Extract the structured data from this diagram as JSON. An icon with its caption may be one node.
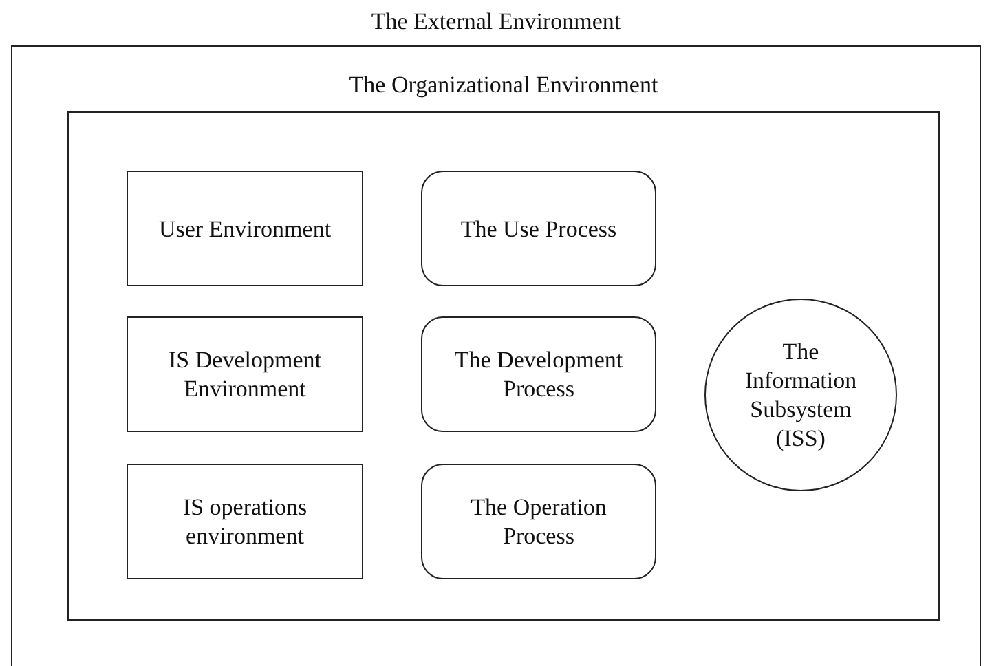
{
  "diagram": {
    "nodes": [
      {
        "text": [
          "The External Environment"
        ]
      },
      {
        "text": [
          "The Organizational Environment"
        ],
        "in": 0
      },
      {
        "text": [
          "User Environment"
        ],
        "in": 1
      },
      {
        "text": [
          "The Use Process"
        ],
        "in": 1
      },
      {
        "text": [
          "IS Development Environment"
        ],
        "in": 1
      },
      {
        "text": [
          "The Development Process"
        ],
        "in": 1
      },
      {
        "text": [
          "IS operations environment"
        ],
        "in": 1
      },
      {
        "text": [
          "The Operation Process"
        ],
        "in": 1
      },
      {
        "text": [
          "The Information Subsystem (ISS)"
        ],
        "in": 1
      }
    ]
  }
}
